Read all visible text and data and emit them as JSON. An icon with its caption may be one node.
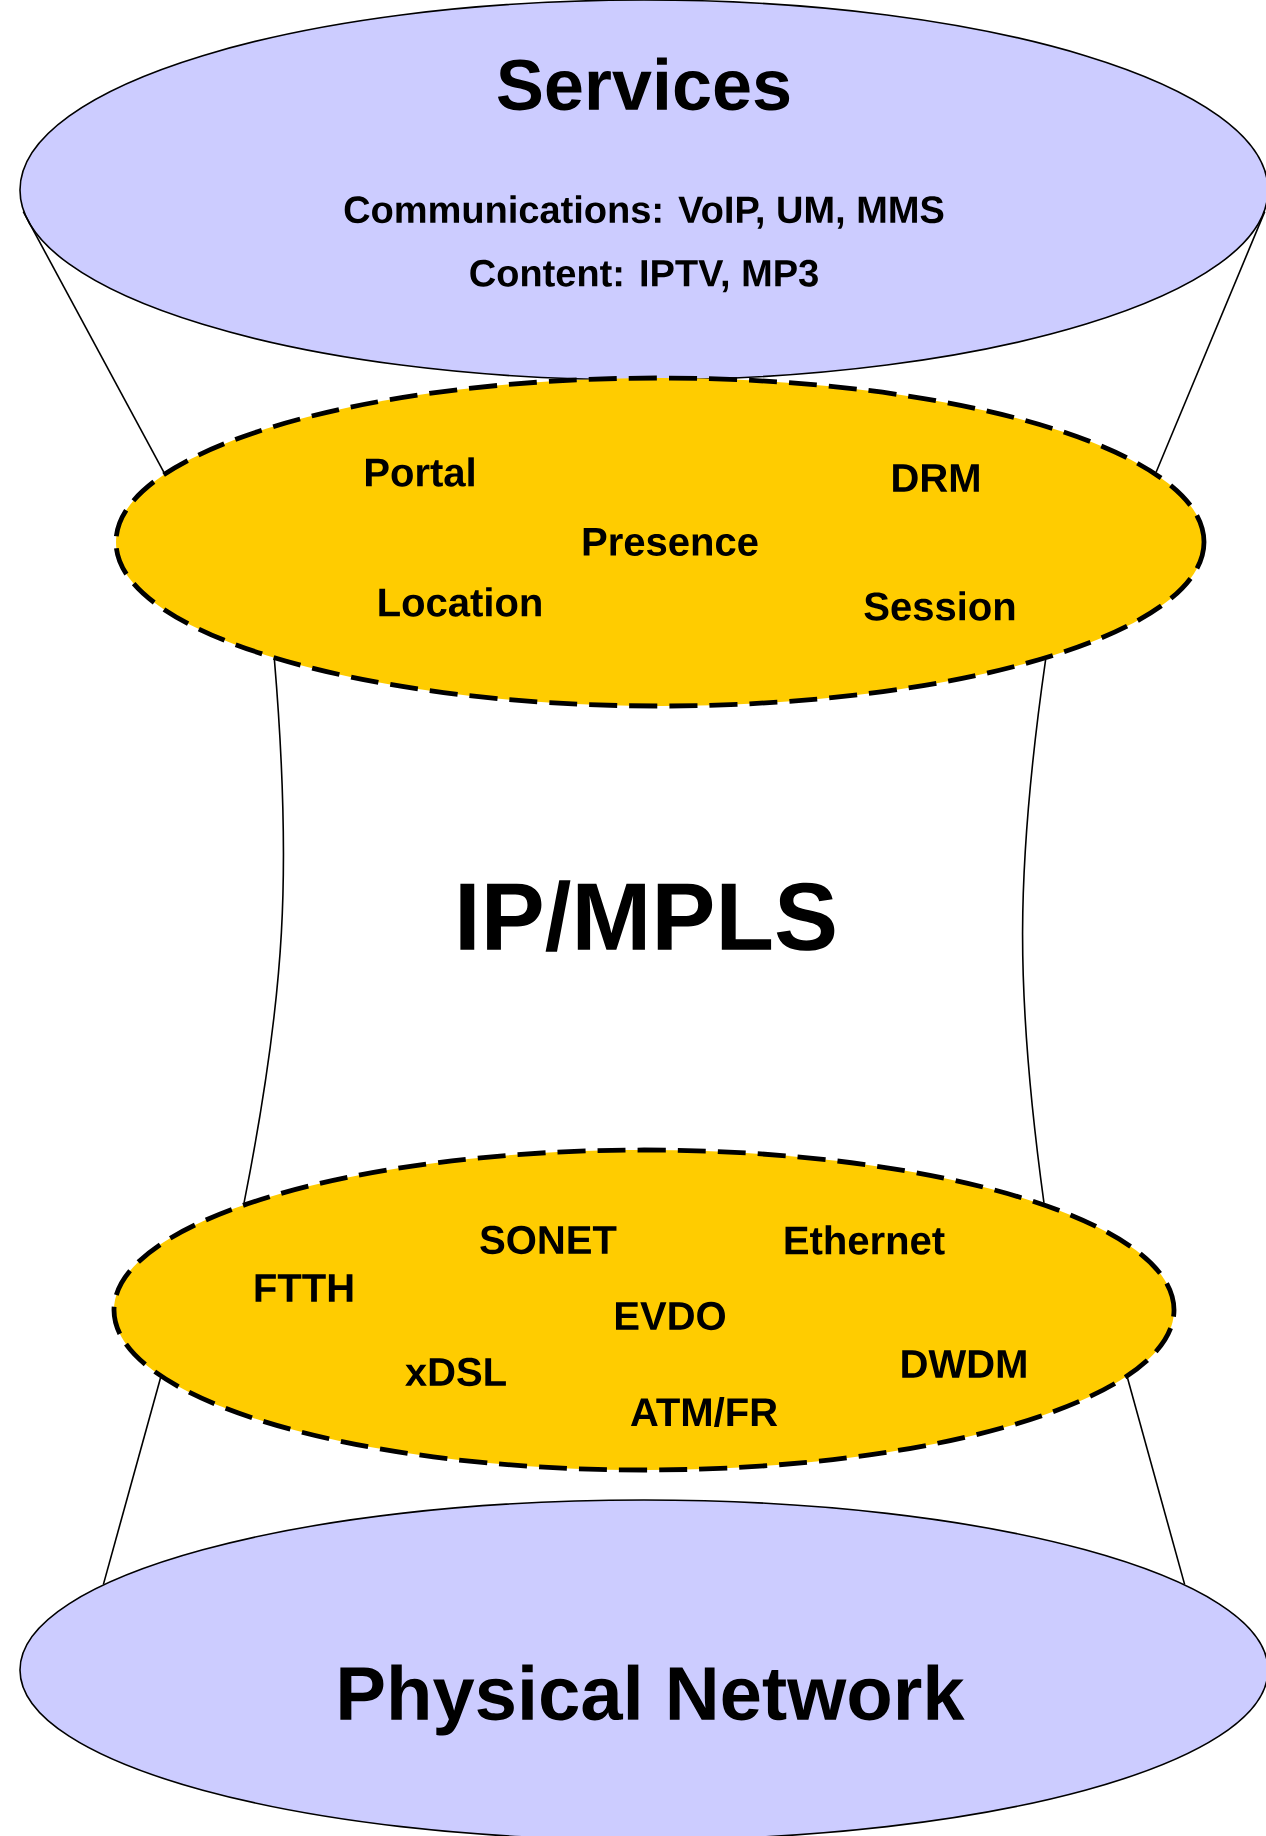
{
  "diagram": {
    "nodes": [
      {
        "text": [
          "Services",
          "Communications: VoIP, UM, MMS",
          "Content: IPTV, MP3"
        ]
      },
      {
        "text": [
          "Portal",
          "DRM",
          "Presence",
          "Location",
          "Session"
        ]
      },
      {
        "text": [
          "SONET",
          "Ethernet",
          "FTTH",
          "EVDO",
          "xDSL",
          "DWDM",
          "ATM/FR"
        ]
      },
      {
        "text": [
          "Physical Network"
        ]
      }
    ],
    "edges": [
      {
        "from": 0,
        "to": 1,
        "arrow": "none"
      },
      {
        "from": 0,
        "to": 1,
        "arrow": "none"
      },
      {
        "from": 1,
        "to": 2,
        "arrow": "none"
      },
      {
        "from": 1,
        "to": 2,
        "arrow": "none"
      },
      {
        "from": 2,
        "to": 3,
        "arrow": "none"
      },
      {
        "from": 2,
        "to": 3,
        "arrow": "none"
      }
    ],
    "labels": [
      "IP/MPLS"
    ]
  }
}
